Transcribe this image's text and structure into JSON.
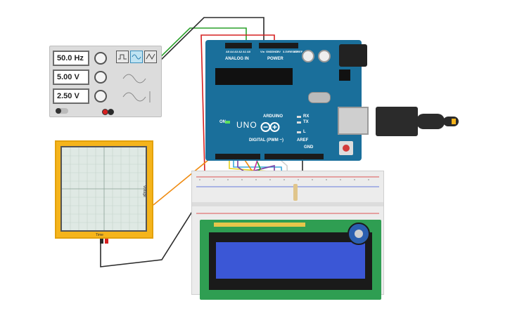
{
  "function_generator": {
    "frequency": "50.0 Hz",
    "amplitude": "5.00 V",
    "offset": "2.50 V"
  },
  "oscilloscope": {
    "x_label": "Time",
    "y_label": "Voltage"
  },
  "arduino": {
    "brand": "ARDUINO",
    "model": "UNO",
    "analog_in_label": "ANALOG IN",
    "power_label": "POWER",
    "digital_label": "DIGITAL (PWM ~)",
    "tx_label": "TX",
    "rx_label": "RX",
    "l_label": "L",
    "on_label": "ON",
    "aref_label": "AREF",
    "gnd_label": "GND",
    "analog_pins": [
      "A5",
      "A4",
      "A3",
      "A2",
      "A1",
      "A0"
    ],
    "power_pins": [
      "Vin",
      "GND",
      "GND",
      "5V",
      "3.3V",
      "RESET",
      "IOREF"
    ]
  },
  "colors": {
    "board": "#1a6f9b",
    "oscilloscope": "#f5b41b",
    "lcd_pcb": "#2f9e52",
    "lcd_screen": "#3b57d6",
    "wire_red": "#d62020",
    "wire_green": "#2aa02a",
    "wire_black": "#2b2b2b",
    "wire_orange": "#ef8b11",
    "wire_magenta": "#cc2a9c"
  }
}
